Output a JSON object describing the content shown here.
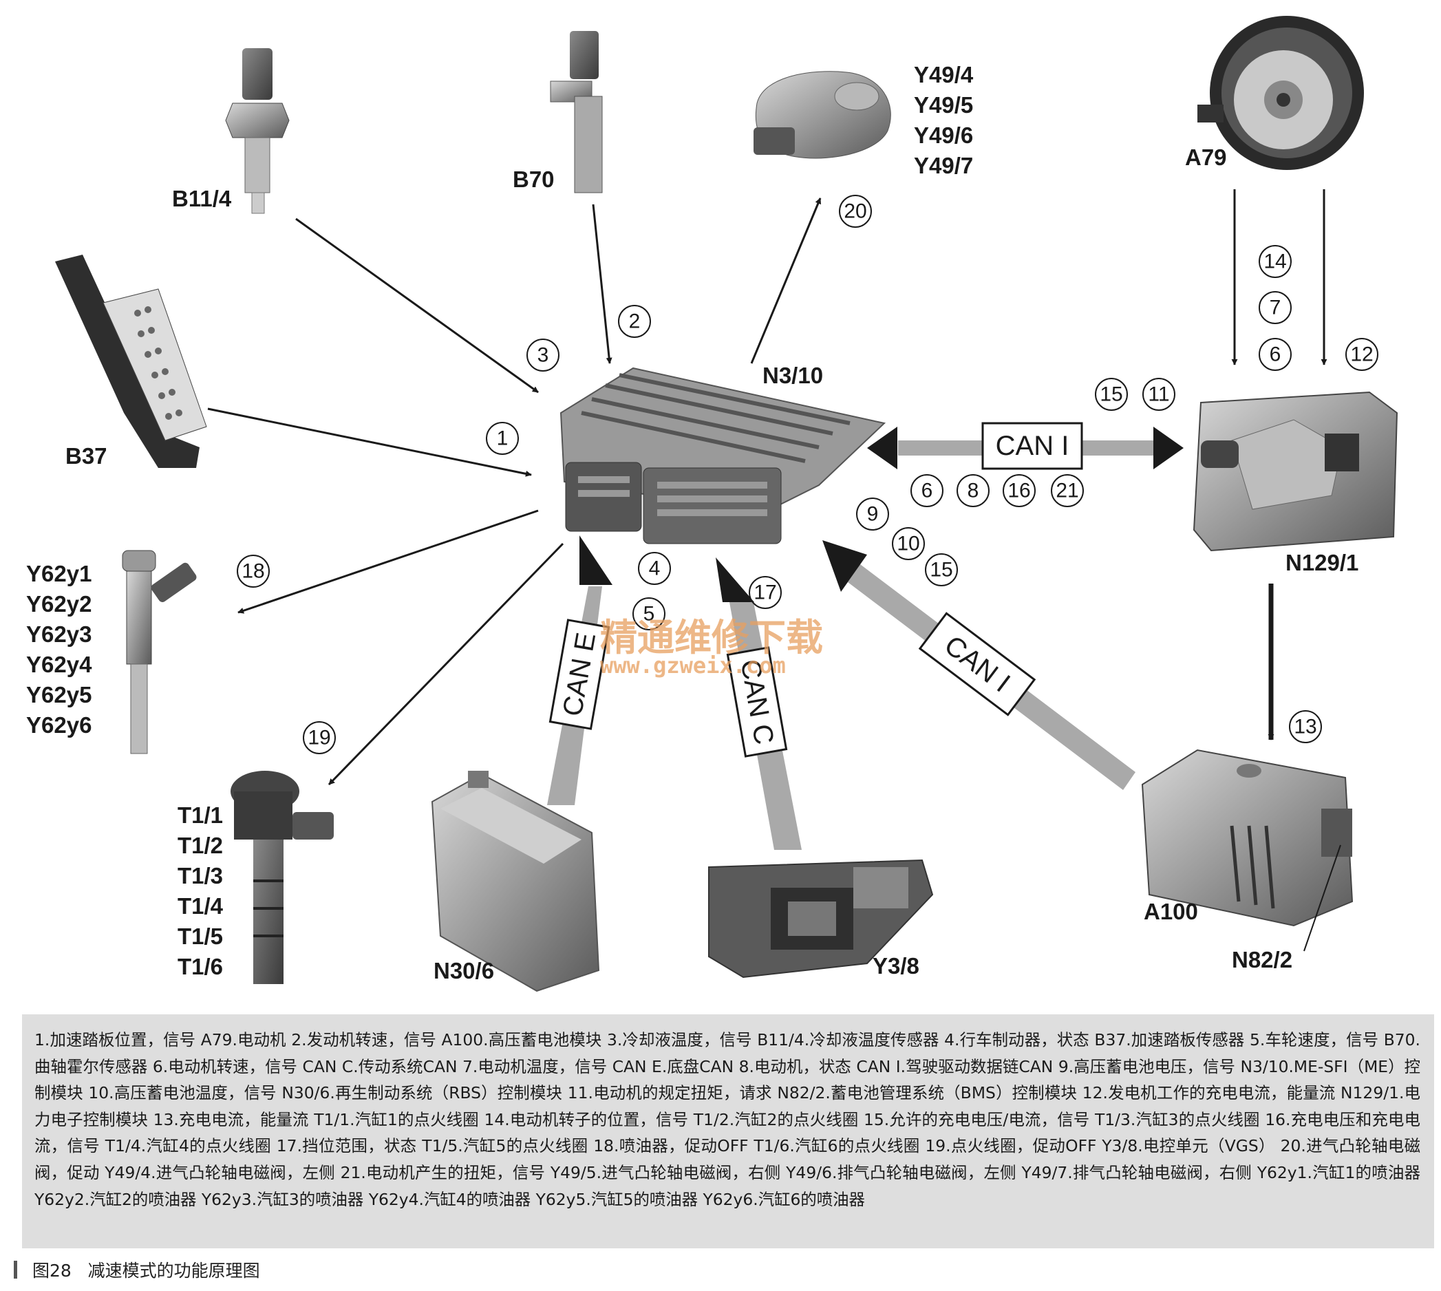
{
  "components": {
    "b11_4": "B11/4",
    "b70": "B70",
    "y49": [
      "Y49/4",
      "Y49/5",
      "Y49/6",
      "Y49/7"
    ],
    "a79": "A79",
    "b37": "B37",
    "n3_10": "N3/10",
    "n129_1": "N129/1",
    "y62": [
      "Y62y1",
      "Y62y2",
      "Y62y3",
      "Y62y4",
      "Y62y5",
      "Y62y6"
    ],
    "t1": [
      "T1/1",
      "T1/2",
      "T1/3",
      "T1/4",
      "T1/5",
      "T1/6"
    ],
    "n30_6": "N30/6",
    "y3_8": "Y3/8",
    "a100": "A100",
    "n82_2": "N82/2"
  },
  "bus_labels": {
    "can_i_top": "CAN I",
    "can_e": "CAN E",
    "can_c": "CAN C",
    "can_i_diag": "CAN I"
  },
  "signal_numbers": {
    "n1": "1",
    "n2": "2",
    "n3": "3",
    "n4": "4",
    "n5": "5",
    "n6a": "6",
    "n6b": "6",
    "n7": "7",
    "n8": "8",
    "n9": "9",
    "n10": "10",
    "n11": "11",
    "n12": "12",
    "n13": "13",
    "n14": "14",
    "n15a": "15",
    "n15b": "15",
    "n16": "16",
    "n17": "17",
    "n18": "18",
    "n19": "19",
    "n20": "20",
    "n21": "21"
  },
  "watermark": {
    "cn": "精通维修下载",
    "url": "www.gzweix.com"
  },
  "legend": "1.加速踏板位置，信号 A79.电动机 2.发动机转速，信号 A100.高压蓄电池模块 3.冷却液温度，信号 B11/4.冷却液温度传感器 4.行车制动器，状态 B37.加速踏板传感器 5.车轮速度，信号 B70.曲轴霍尔传感器 6.电动机转速，信号 CAN C.传动系统CAN 7.电动机温度，信号 CAN E.底盘CAN 8.电动机，状态 CAN I.驾驶驱动数据链CAN 9.高压蓄电池电压，信号 N3/10.ME-SFI（ME）控制模块 10.高压蓄电池温度，信号 N30/6.再生制动系统（RBS）控制模块 11.电动机的规定扭矩，请求 N82/2.蓄电池管理系统（BMS）控制模块 12.发电机工作的充电电流，能量流 N129/1.电力电子控制模块 13.充电电流，能量流 T1/1.汽缸1的点火线圈 14.电动机转子的位置，信号 T1/2.汽缸2的点火线圈 15.允许的充电电压/电流，信号 T1/3.汽缸3的点火线圈 16.充电电压和充电电流，信号 T1/4.汽缸4的点火线圈 17.挡位范围，状态 T1/5.汽缸5的点火线圈 18.喷油器，促动OFF T1/6.汽缸6的点火线圈 19.点火线圈，促动OFF Y3/8.电控单元（VGS） 20.进气凸轮轴电磁阀，促动 Y49/4.进气凸轮轴电磁阀，左侧 21.电动机产生的扭矩，信号 Y49/5.进气凸轮轴电磁阀，右侧 Y49/6.排气凸轮轴电磁阀，左侧 Y49/7.排气凸轮轴电磁阀，右侧 Y62y1.汽缸1的喷油器 Y62y2.汽缸2的喷油器 Y62y3.汽缸3的喷油器 Y62y4.汽缸4的喷油器 Y62y5.汽缸5的喷油器 Y62y6.汽缸6的喷油器",
  "caption": "图28   减速模式的功能原理图"
}
